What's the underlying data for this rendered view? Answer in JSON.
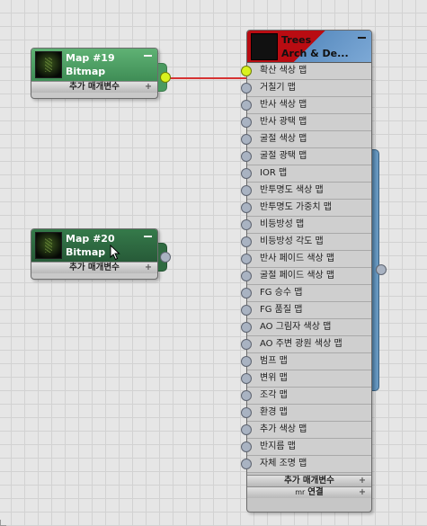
{
  "map19": {
    "title": "Map #19",
    "type": "Bitmap",
    "rollout_label": "추가 매개변수",
    "rollout_plus": "+"
  },
  "map20": {
    "title": "Map #20",
    "type": "Bitmap",
    "rollout_label": "추가 매개변수",
    "rollout_plus": "+"
  },
  "material": {
    "title": "Trees",
    "subtitle": "Arch & De...",
    "params": [
      "확산 색상 맵",
      "거칠기 맵",
      "반사 색상 맵",
      "반사 광택 맵",
      "굴절 색상 맵",
      "굴절 광택 맵",
      "IOR 맵",
      "반투명도 색상 맵",
      "반투명도 가중치 맵",
      "비등방성 맵",
      "비등방성 각도 맵",
      "반사 페이드 색상 맵",
      "굴절 페이드 색상 맵",
      "FG 승수 맵",
      "FG 품질 맵",
      "AO 그림자 색상 맵",
      "AO 주변 광원 색상 맵",
      "범프 맵",
      "변위 맵",
      "조각 맵",
      "환경 맵",
      "추가 색상 맵",
      "반지름 맵",
      "자체 조명 맵"
    ],
    "rollout_extra": "추가 매개변수",
    "rollout_mr_prefix": "mr",
    "rollout_mr": "연결",
    "rollout_plus": "+"
  },
  "colors": {
    "map19_header": "#52a468",
    "map19_header_end": "#3b8a52",
    "map20_header": "#2f6b41",
    "map20_header_end": "#255736",
    "connected_socket": "#d9f21e",
    "wire": "#d63333",
    "material_side_bar": "#5a8bb5"
  },
  "icons": {
    "cursor": "arrow-cursor-icon",
    "minimize": "minimize-icon",
    "expand": "plus-icon"
  }
}
